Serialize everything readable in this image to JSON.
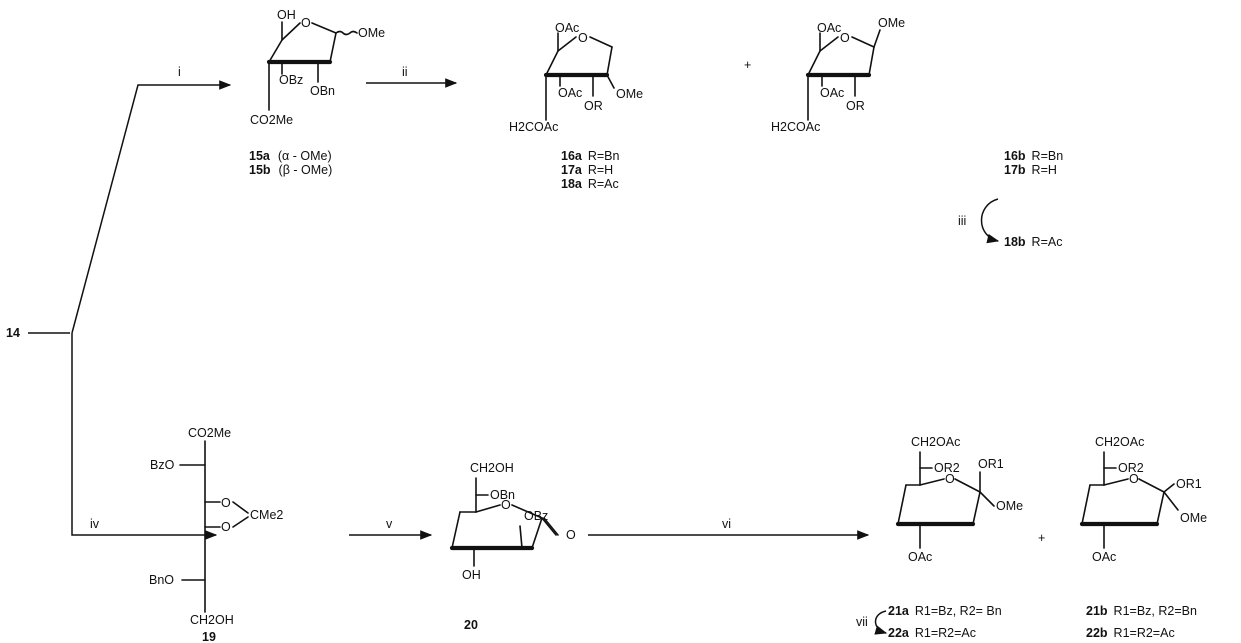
{
  "scheme": {
    "start_compound": "14",
    "reagent_labels": {
      "i": "i",
      "ii": "ii",
      "iii": "iii",
      "iv": "iv",
      "v": "v",
      "vi": "vi",
      "vii": "vii"
    },
    "plus_signs": [
      "+",
      "+"
    ],
    "compound_15": {
      "substituents": [
        "OH",
        "OMe",
        "OBz",
        "OBn",
        "CO2Me"
      ],
      "labels": [
        {
          "num": "15a",
          "desc": "(α - OMe)"
        },
        {
          "num": "15b",
          "desc": "(β - OMe)"
        }
      ]
    },
    "compound_16a_series": {
      "substituents": [
        "OAc",
        "OAc",
        "H2COAc",
        "OR",
        "OMe"
      ],
      "labels": [
        {
          "num": "16a",
          "desc": "R=Bn"
        },
        {
          "num": "17a",
          "desc": "R=H"
        },
        {
          "num": "18a",
          "desc": "R=Ac"
        }
      ]
    },
    "compound_16b_series": {
      "substituents": [
        "OAc",
        "OMe",
        "OAc",
        "H2COAc",
        "OR"
      ],
      "labels": [
        {
          "num": "16b",
          "desc": "R=Bn"
        },
        {
          "num": "17b",
          "desc": "R=H"
        },
        {
          "num": "18b",
          "desc": "R=Ac"
        }
      ]
    },
    "compound_19": {
      "number": "19",
      "substituents": [
        "CO2Me",
        "BzO",
        "O",
        "O",
        "CMe2",
        "BnO",
        "CH2OH"
      ]
    },
    "compound_20": {
      "number": "20",
      "substituents": [
        "CH2OH",
        "OBn",
        "OBz",
        "O",
        "OH"
      ]
    },
    "compound_21a_series": {
      "substituents": [
        "CH2OAc",
        "OR2",
        "OR1",
        "OMe",
        "OAc"
      ],
      "labels": [
        {
          "num": "21a",
          "desc": "R1=Bz, R2= Bn"
        },
        {
          "num": "22a",
          "desc": "R1=R2=Ac"
        }
      ]
    },
    "compound_21b_series": {
      "substituents": [
        "CH2OAc",
        "OR2",
        "OR1",
        "OMe",
        "OAc"
      ],
      "labels": [
        {
          "num": "21b",
          "desc": "R1=Bz, R2=Bn"
        },
        {
          "num": "22b",
          "desc": "R1=R2=Ac"
        }
      ]
    }
  }
}
